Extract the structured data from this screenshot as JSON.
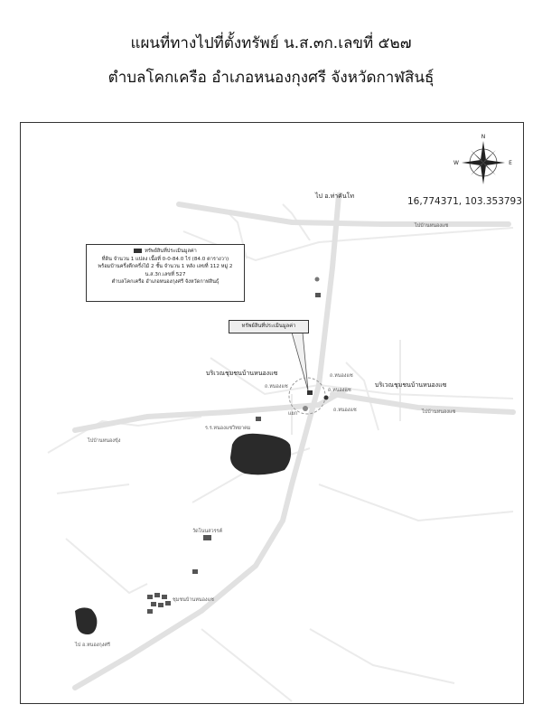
{
  "header": {
    "title": "แผนที่ทางไปที่ตั้งทรัพย์ น.ส.๓ก.เลขที่ ๕๒๗",
    "subtitle": "ตำบลโคกเครือ  อำเภอหนองกุงศรี  จังหวัดกาฬสินธุ์"
  },
  "map": {
    "coordinates": "16,774371, 103.353793",
    "compass": {
      "north": "N",
      "west": "W",
      "east": "E"
    },
    "legend": {
      "line1": "ทรัพย์สินที่ประเมินมูลค่า",
      "line2": "ที่ดิน จำนวน 1 แปลง เนื้อที่ 0-0-84.0 ไร่ (84.0 ตารางวา)",
      "line3": "พร้อมบ้านครึ่งตึกครึ่งไม้ 2 ชั้น จำนวน 1 หลัง เลขที่ 112 หมู่ 2",
      "line4": "น.ส.3ก.เลขที่ 527",
      "line5": "ตำบลโคกเครือ อำเภอหนองกุงศรี จังหวัดกาฬสินธุ์"
    },
    "callout": "ทรัพย์สินที่ประเมินมูลค่า",
    "labels": {
      "to_north": "ไป อ.ท่าคันโท",
      "community_west": "บริเวณชุมชนบ้านหนองแซ",
      "community_east": "บริเวณชุมชนบ้านหนองแซ",
      "school": "ร.ร.หนองแซวิทยาคม",
      "temple": "วัดโนนสวรรค์",
      "community_south": "ชุมชนบ้านหนองแซ",
      "to_west": "ไปบ้านหนองขุ้ง",
      "to_south": "ไป อ.หนองกุงศรี",
      "to_east_1": "ไปบ้านหนองแซ",
      "to_east_2": "ไปบ้านหนองแซ",
      "road_1": "ถ.หนองแซ",
      "road_2": "ถ.หนองแซ",
      "road_3": "ถ.หนองแซ",
      "road_4": "ถ.หนองแซ",
      "junction": "แยก"
    },
    "colors": {
      "road": "#e3e3e3",
      "pond": "#2a2a2a",
      "frame": "#333333"
    }
  }
}
